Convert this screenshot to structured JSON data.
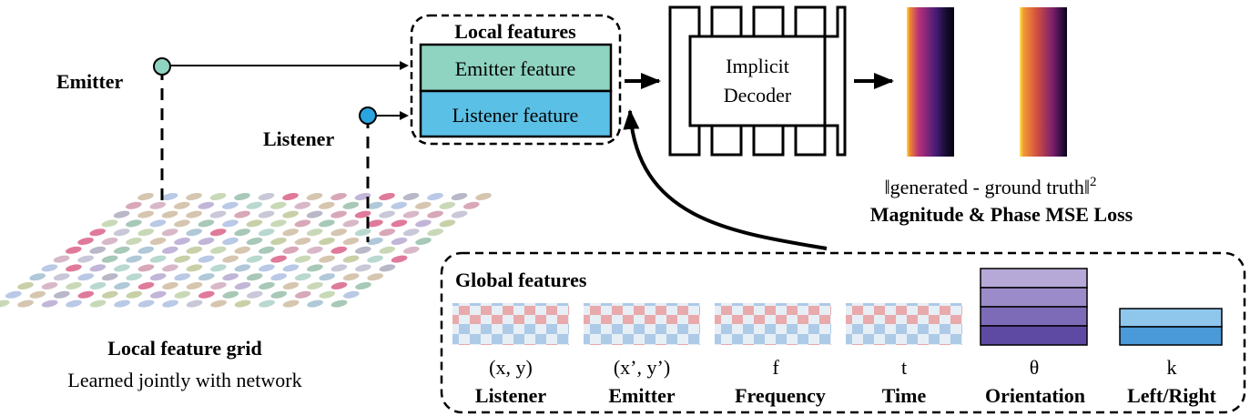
{
  "local_features": {
    "title": "Local features",
    "emitter_label": "Emitter feature",
    "listener_label": "Listener feature",
    "emitter_color": "#8fd4c1",
    "listener_color": "#5bc0e6"
  },
  "nodes": {
    "emitter": "Emitter",
    "listener": "Listener",
    "emitter_color": "#8fd4c1",
    "listener_color": "#2aa5e0"
  },
  "decoder": {
    "line1": "Implicit",
    "line2": "Decoder"
  },
  "loss": {
    "formula_left": "‖generated - ground truth‖",
    "formula_exp": "2",
    "label": "Magnitude & Phase MSE Loss"
  },
  "grid": {
    "title": "Local feature grid",
    "subtitle": "Learned jointly with network"
  },
  "global_features": {
    "title": "Global features",
    "items": [
      {
        "symbol": "(x, y)",
        "name": "Listener"
      },
      {
        "symbol": "(x’, y’)",
        "name": "Emitter"
      },
      {
        "symbol": "f",
        "name": "Frequency"
      },
      {
        "symbol": "t",
        "name": "Time"
      },
      {
        "symbol": "θ",
        "name": "Orientation"
      },
      {
        "symbol": "k",
        "name": "Left/Right"
      }
    ],
    "orientation_colors": [
      "#b6a9d8",
      "#9b8cc9",
      "#7d6bb8",
      "#5e4aa3"
    ],
    "leftright_colors": [
      "#8fc6ec",
      "#4a9ad9"
    ]
  }
}
